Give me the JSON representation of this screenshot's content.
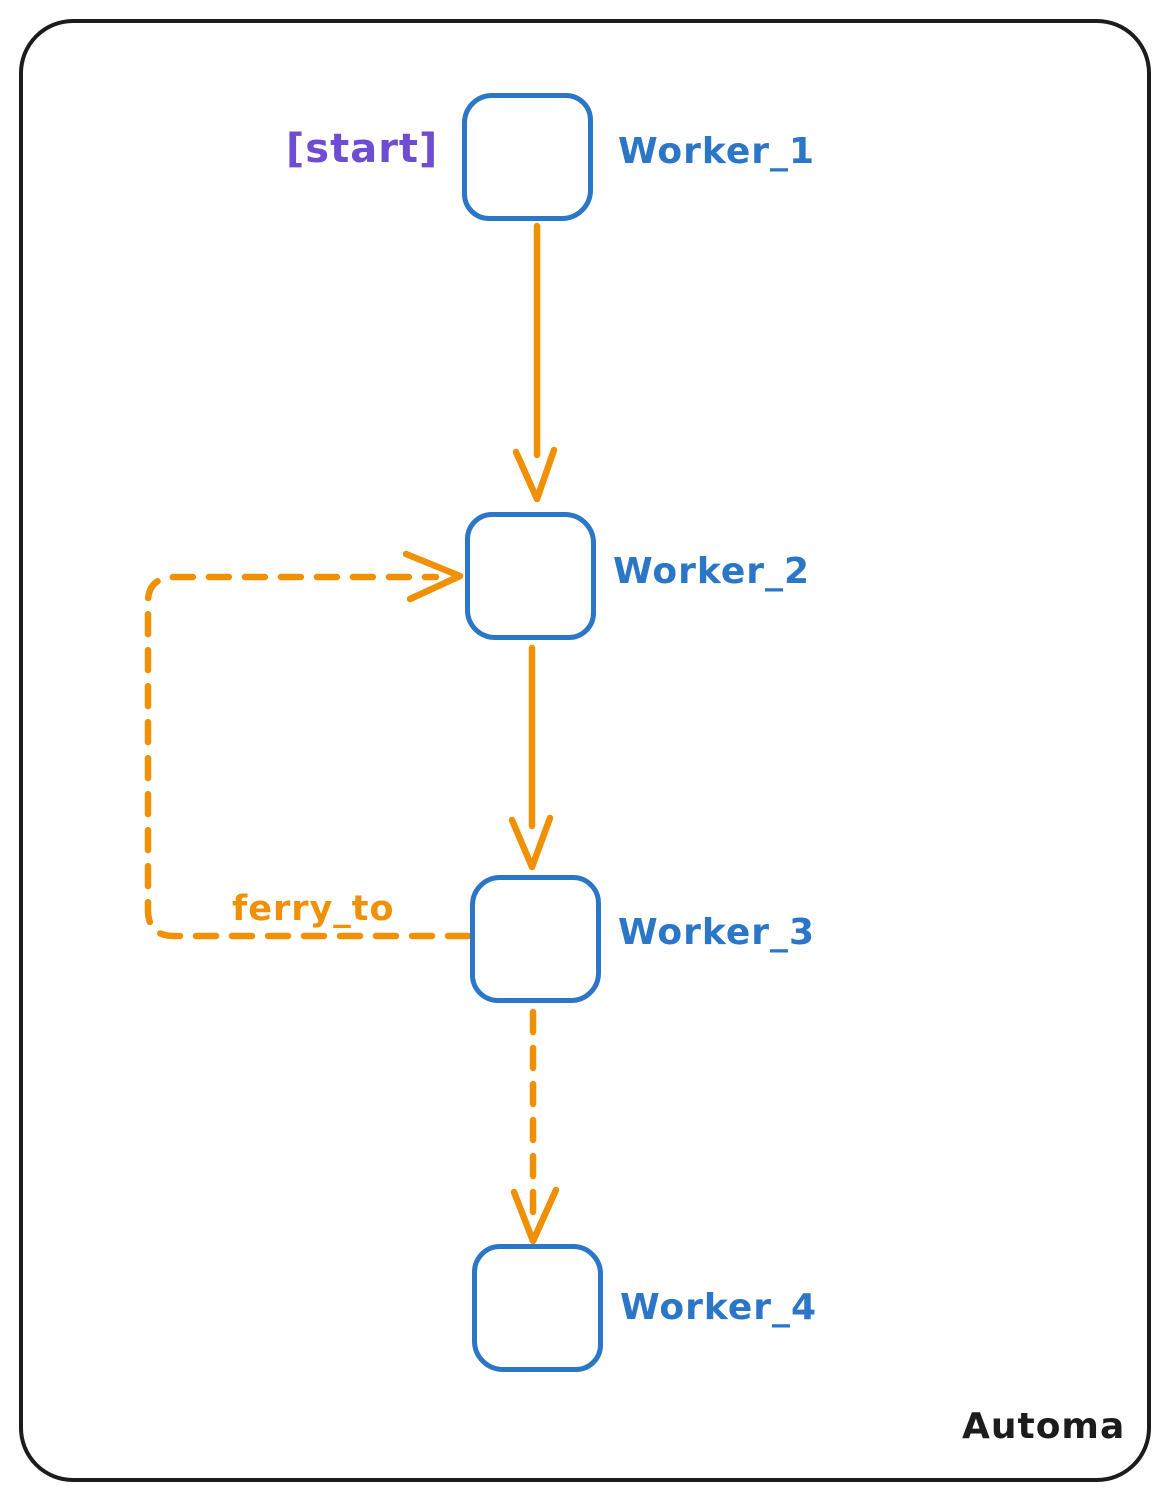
{
  "diagram": {
    "type": "workflow-graph",
    "watermark": "Automa",
    "nodes": [
      {
        "label": "Worker_1",
        "tag": "[start]"
      },
      {
        "label": "Worker_2"
      },
      {
        "label": "Worker_3"
      },
      {
        "label": "Worker_4"
      }
    ],
    "edges": [
      {
        "from": "Worker_1",
        "to": "Worker_2",
        "style": "solid"
      },
      {
        "from": "Worker_2",
        "to": "Worker_3",
        "style": "solid"
      },
      {
        "from": "Worker_3",
        "to": "Worker_4",
        "style": "dashed"
      },
      {
        "from": "Worker_3",
        "to": "Worker_2",
        "style": "dashed",
        "label": "ferry_to"
      }
    ],
    "colors": {
      "node_stroke": "#2b76c6",
      "edge_stroke": "#f09005",
      "start_label": "#6e4dd2",
      "frame": "#1c1c1c"
    }
  }
}
